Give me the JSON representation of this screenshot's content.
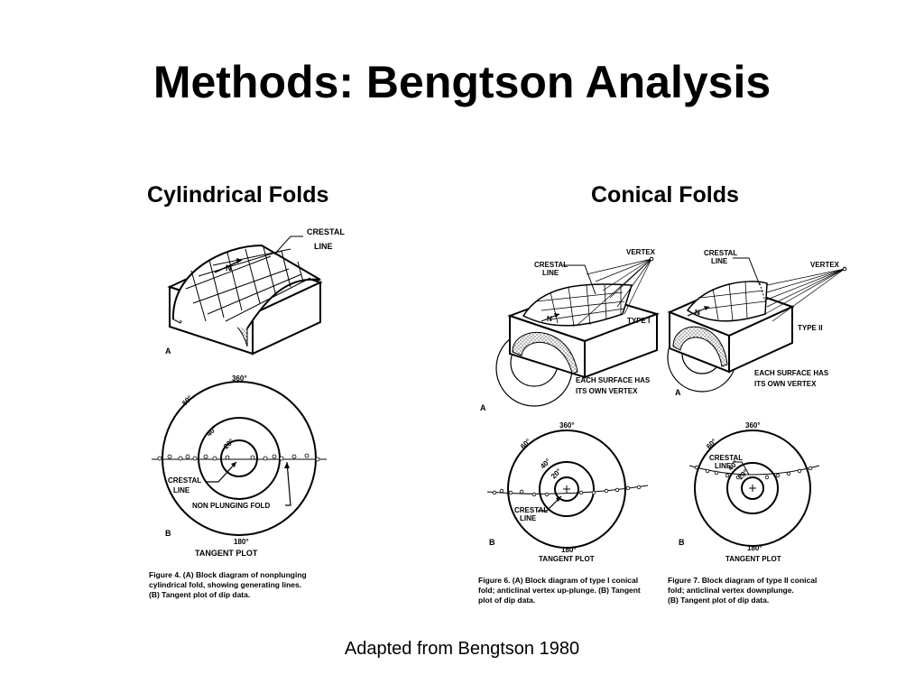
{
  "title": "Methods: Bengtson Analysis",
  "headings": {
    "left": "Cylindrical Folds",
    "right": "Conical Folds"
  },
  "credit": "Adapted from Bengtson 1980",
  "fig4": {
    "crestal_line_1": "CRESTAL",
    "crestal_line_2": "LINE",
    "north": "N",
    "panel_a": "A",
    "panel_b": "B",
    "top_angle": "360°",
    "bottom_angle": "180°",
    "ring_60": "60°",
    "ring_40": "40°",
    "ring_20": "20°",
    "crestal_b_1": "CRESTAL",
    "crestal_b_2": "LINE",
    "nonplunging": "NON PLUNGING FOLD",
    "tangent_plot": "TANGENT PLOT",
    "caption": [
      "Figure 4. (A) Block diagram of nonplunging",
      "cylindrical fold, showing generating lines.",
      "(B) Tangent plot of dip data."
    ]
  },
  "fig6": {
    "crestal_line_1": "CRESTAL",
    "crestal_line_2": "LINE",
    "vertex": "VERTEX",
    "type": "TYPE I",
    "north": "N",
    "each_surface_1": "EACH SURFACE HAS",
    "each_surface_2": "ITS OWN VERTEX",
    "panel_a": "A",
    "panel_b": "B",
    "top_angle": "360°",
    "bottom_angle": "180°",
    "ring_60": "60°",
    "ring_40": "40°",
    "ring_20": "20°",
    "crestal_b_1": "CRESTAL",
    "crestal_b_2": "LINE",
    "tangent_plot": "TANGENT PLOT",
    "caption": [
      "Figure 6. (A) Block diagram of type I conical",
      "fold; anticlinal vertex up-plunge. (B) Tangent",
      "plot of dip data."
    ]
  },
  "fig7": {
    "crestal_line_1": "CRESTAL",
    "crestal_line_2": "LINE",
    "vertex": "VERTEX",
    "type": "TYPE II",
    "north": "N",
    "each_surface_1": "EACH SURFACE HAS",
    "each_surface_2": "ITS OWN VERTEX",
    "panel_a": "A",
    "panel_b": "B",
    "top_angle": "360°",
    "bottom_angle": "180°",
    "ring_60": "60°",
    "ring_40": "40°",
    "ring_20": "20°",
    "crestal_b_1": "CRESTAL",
    "crestal_b_2": "LINE",
    "tangent_plot": "TANGENT PLOT",
    "caption": [
      "Figure 7. Block diagram of type II conical",
      "fold; anticlinal vertex downplunge.",
      "(B) Tangent plot of dip data."
    ]
  }
}
